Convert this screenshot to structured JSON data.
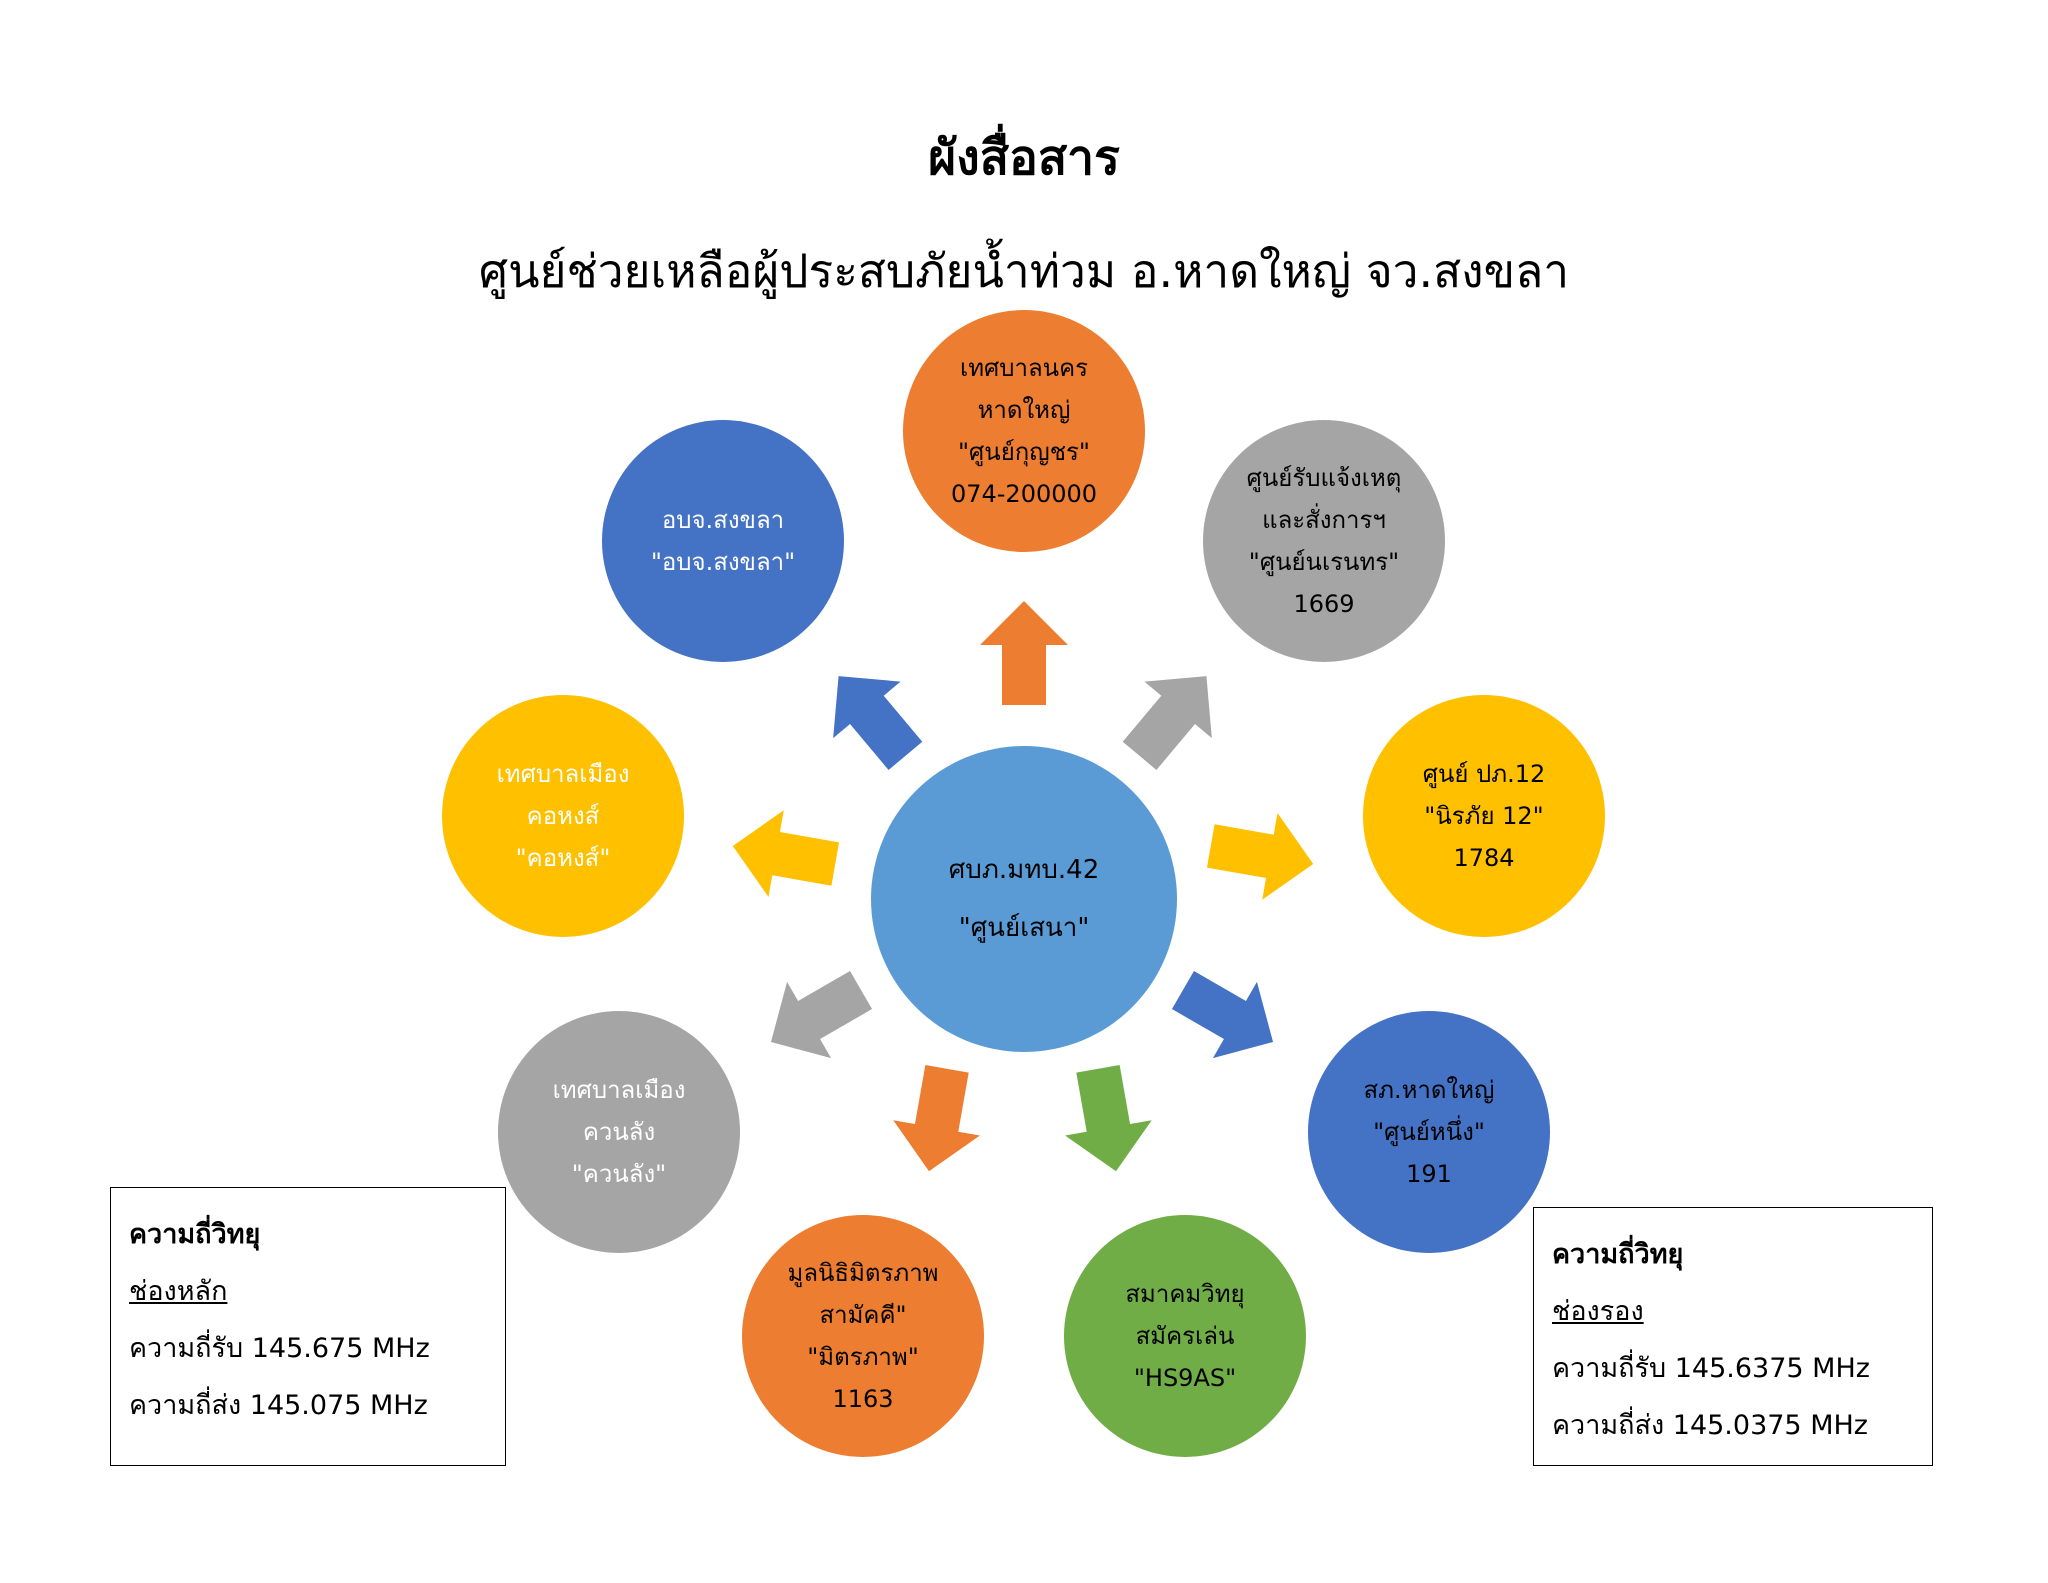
{
  "header": {
    "title": "ผังสื่อสาร",
    "subtitle": "ศูนย์ช่วยเหลือผู้ประสบภัยน้ำท่วม อ.หาดใหญ่ จว.สงขลา"
  },
  "center": {
    "lines": [
      "ศบภ.มทบ.42",
      "\"ศูนย์เสนา\""
    ],
    "color": "#5B9BD5",
    "text_color": "#000000"
  },
  "nodes": [
    {
      "id": "top",
      "lines": [
        "เทศบาลนคร",
        "หาดใหญ่",
        "\"ศูนย์กุญชร\"",
        "074-200000"
      ],
      "color": "#ED7D31",
      "text_color": "#000000"
    },
    {
      "id": "top-left",
      "lines": [
        "อบจ.สงขลา",
        "\"อบจ.สงขลา\""
      ],
      "color": "#4472C4",
      "text_color": "#FFFFFF"
    },
    {
      "id": "top-right",
      "lines": [
        "ศูนย์รับแจ้งเหตุ",
        "และสั่งการฯ",
        "\"ศูนย์นเรนทร\"",
        "1669"
      ],
      "color": "#A5A5A5",
      "text_color": "#000000"
    },
    {
      "id": "left",
      "lines": [
        "เทศบาลเมือง",
        "คอหงส์",
        "\"คอหงส์\""
      ],
      "color": "#FFC000",
      "text_color": "#FFFFFF"
    },
    {
      "id": "right",
      "lines": [
        "ศูนย์ ปภ.12",
        "\"นิรภัย 12\"",
        "1784"
      ],
      "color": "#FFC000",
      "text_color": "#000000"
    },
    {
      "id": "lower-left",
      "lines": [
        "เทศบาลเมือง",
        "ควนลัง",
        "\"ควนลัง\""
      ],
      "color": "#A5A5A5",
      "text_color": "#FFFFFF"
    },
    {
      "id": "lower-right",
      "lines": [
        "สภ.หาดใหญ่",
        "\"ศูนย์หนึ่ง\"",
        "191"
      ],
      "color": "#4472C4",
      "text_color": "#000000"
    },
    {
      "id": "bottom-left",
      "lines": [
        "มูลนิธิมิตรภาพ",
        "สามัคคี\"",
        "\"มิตรภาพ\"",
        "1163"
      ],
      "color": "#ED7D31",
      "text_color": "#000000"
    },
    {
      "id": "bottom-right",
      "lines": [
        "สมาคมวิทยุ",
        "สมัครเล่น",
        "\"HS9AS\""
      ],
      "color": "#70AD47",
      "text_color": "#000000"
    }
  ],
  "radio_boxes": [
    {
      "heading": "ความถี่วิทยุ",
      "channel": "ช่องหลัก",
      "receive": "ความถี่รับ 145.675 MHz",
      "transmit": "ความถี่ส่ง 145.075 MHz"
    },
    {
      "heading": "ความถี่วิทยุ",
      "channel": "ช่องรอง",
      "receive": "ความถี่รับ 145.6375 MHz",
      "transmit": "ความถี่ส่ง 145.0375 MHz"
    }
  ]
}
